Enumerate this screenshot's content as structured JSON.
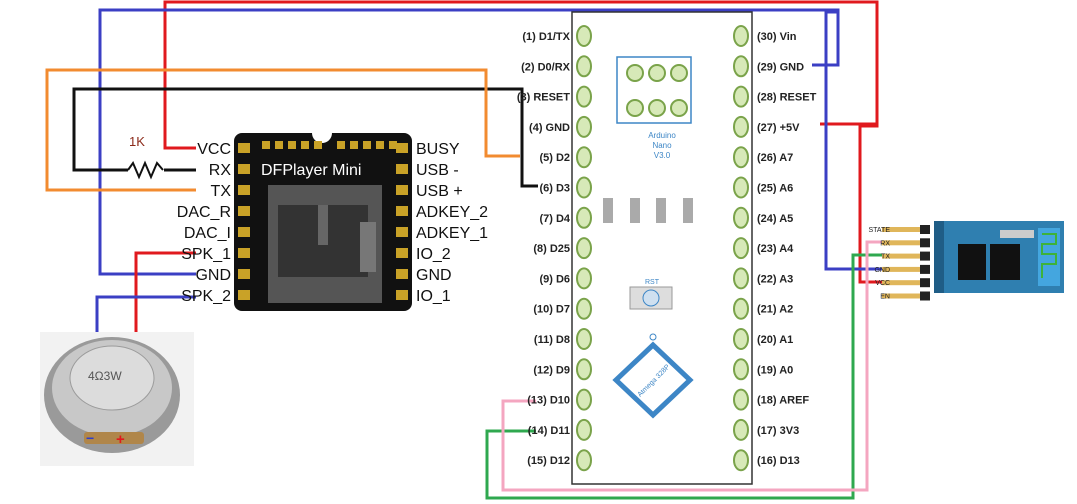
{
  "colors": {
    "red_wire": "#e0191e",
    "blue_wire": "#3b3fc4",
    "black_wire": "#111111",
    "orange_wire": "#f28b30",
    "green_wire": "#2fa84f",
    "pink_wire": "#f4a6c0",
    "nano_pad": "#d7e9b8",
    "nano_pad_border": "#7aa34a",
    "nano_blue": "#3d86c6",
    "dfplayer_body": "#111111",
    "pin_gold": "#c9a227"
  },
  "resistor": {
    "label": "1K"
  },
  "dfplayer": {
    "title": "DFPlayer Mini",
    "left_pins": [
      "VCC",
      "RX",
      "TX",
      "DAC_R",
      "DAC_I",
      "SPK_1",
      "GND",
      "SPK_2"
    ],
    "right_pins": [
      "BUSY",
      "USB -",
      "USB +",
      "ADKEY_2",
      "ADKEY_1",
      "IO_2",
      "GND",
      "IO_1"
    ]
  },
  "speaker": {
    "label": "4Ω3W"
  },
  "nano": {
    "board_text": [
      "Arduino",
      "Nano",
      "V3.0"
    ],
    "rst_label": "RST",
    "chip_label": "Atmega 328P",
    "left_pins": [
      "(1) D1/TX",
      "(2) D0/RX",
      "(3) RESET",
      "(4) GND",
      "(5) D2",
      "(6) D3",
      "(7) D4",
      "(8) D25",
      "(9) D6",
      "(10) D7",
      "(11) D8",
      "(12) D9",
      "(13) D10",
      "(14) D11",
      "(15) D12"
    ],
    "right_pins": [
      "(30) Vin",
      "(29) GND",
      "(28) RESET",
      "(27) +5V",
      "(26) A7",
      "(25) A6",
      "(24) A5",
      "(23) A4",
      "(22) A3",
      "(21) A2",
      "(20) A1",
      "(19) A0",
      "(18) AREF",
      "(17) 3V3",
      "(16) D13"
    ]
  },
  "bluetooth": {
    "pins": [
      "STATE",
      "RX",
      "TX",
      "GND",
      "VCC",
      "EN"
    ]
  }
}
